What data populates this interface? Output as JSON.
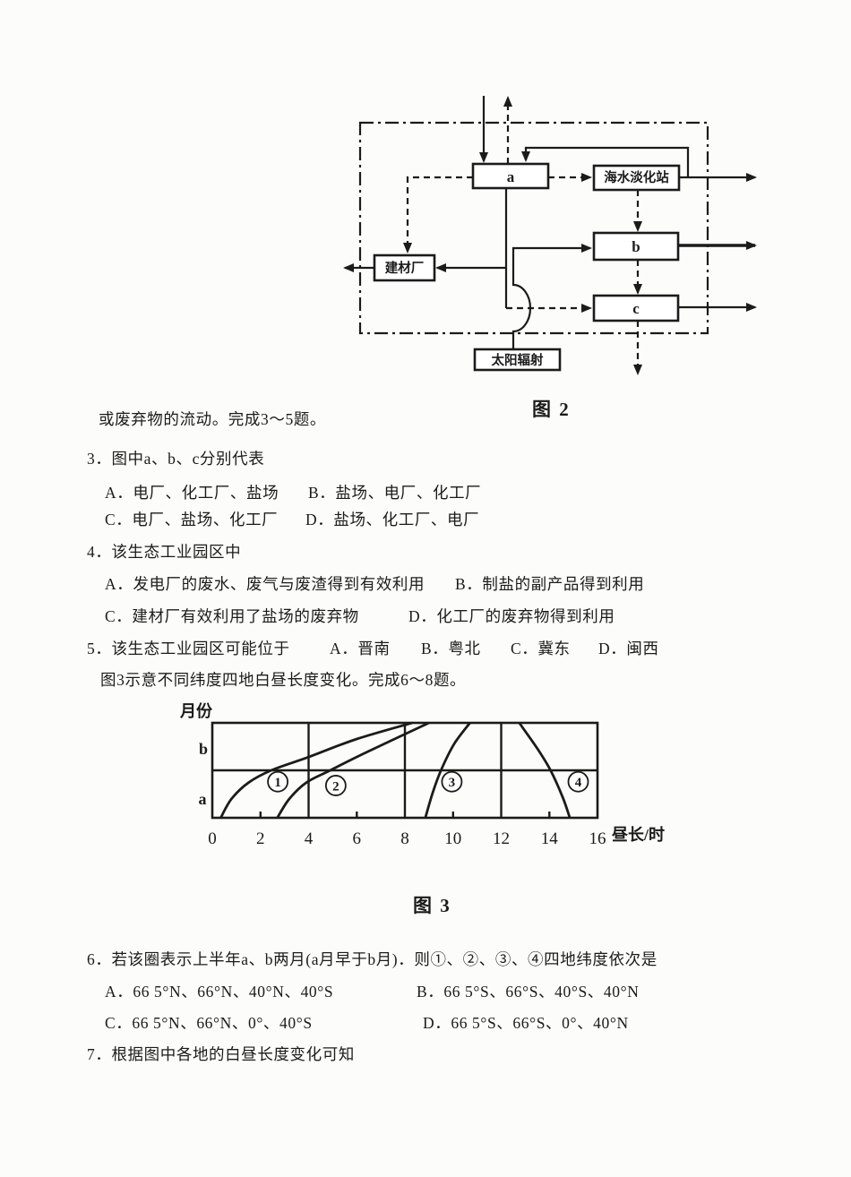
{
  "page": {
    "background": "#fcfcfa",
    "ink": "#1b1b1b"
  },
  "figure2": {
    "caption": "图 2",
    "boxes": {
      "a": "a",
      "desalination": "海水淡化站",
      "b": "b",
      "c": "c",
      "building_materials": "建材厂",
      "solar_radiation": "太阳辐射"
    }
  },
  "text": {
    "intro_q3_5": "或废弃物的流动。完成3～5题。",
    "q3": {
      "stem": "3．图中a、b、c分别代表",
      "optA": "A．电厂、化工厂、盐场",
      "optB": "B．盐场、电厂、化工厂",
      "optC": "C．电厂、盐场、化工厂",
      "optD": "D．盐场、化工厂、电厂"
    },
    "q4": {
      "stem": "4．该生态工业园区中",
      "optA": "A．发电厂的废水、废气与废渣得到有效利用",
      "optB": "B．制盐的副产品得到利用",
      "optC": "C．建材厂有效利用了盐场的废弃物",
      "optD": "D．化工厂的废弃物得到利用"
    },
    "q5": {
      "stem": "5．该生态工业园区可能位于",
      "optA": "A．晋南",
      "optB": "B．粤北",
      "optC": "C．冀东",
      "optD": "D．闽西"
    },
    "intro_q6_8": "图3示意不同纬度四地白昼长度变化。完成6～8题。",
    "q6": {
      "stem": "6．若该圈表示上半年a、b两月(a月早于b月)．则①、②、③、④四地纬度依次是",
      "optA": "A．66 5°N、66°N、40°N、40°S",
      "optB": "B．66 5°S、66°S、40°S、40°N",
      "optC": "C．66 5°N、66°N、0°、40°S",
      "optD": "D．66 5°S、66°S、0°、40°N"
    },
    "q7": {
      "stem": "7．根据图中各地的白昼长度变化可知"
    }
  },
  "chart_data": {
    "type": "line",
    "title": "图 3",
    "xlabel": "昼长/时",
    "ylabel": "月份",
    "xlim": [
      0,
      16
    ],
    "x_ticks": [
      0,
      2,
      4,
      6,
      8,
      10,
      12,
      14,
      16
    ],
    "y_row_labels": {
      "upper": "b",
      "lower": "a"
    },
    "gridlines_x": [
      4,
      8,
      12
    ],
    "grid": true,
    "legend": "none",
    "series": [
      {
        "num": "1",
        "name": "①",
        "label_pos": [
          2.72,
          0.38
        ],
        "points": [
          [
            0.35,
            0
          ],
          [
            0.8,
            0.2
          ],
          [
            1.5,
            0.37
          ],
          [
            2.45,
            0.5
          ],
          [
            4,
            0.64
          ],
          [
            6,
            0.83
          ],
          [
            8.3,
            1
          ]
        ]
      },
      {
        "num": "2",
        "name": "②",
        "label_pos": [
          5.13,
          0.34
        ],
        "points": [
          [
            2.7,
            0
          ],
          [
            3.2,
            0.2
          ],
          [
            3.9,
            0.37
          ],
          [
            4.9,
            0.5
          ],
          [
            6.4,
            0.69
          ],
          [
            9,
            1
          ]
        ]
      },
      {
        "num": "3",
        "name": "③",
        "label_pos": [
          9.95,
          0.38
        ],
        "points": [
          [
            8.85,
            0
          ],
          [
            9.15,
            0.26
          ],
          [
            9.5,
            0.5
          ],
          [
            10.05,
            0.78
          ],
          [
            10.7,
            1
          ]
        ]
      },
      {
        "num": "4",
        "name": "④",
        "label_pos": [
          15.2,
          0.38
        ],
        "points": [
          [
            12.75,
            1
          ],
          [
            13.5,
            0.73
          ],
          [
            14.05,
            0.5
          ],
          [
            14.55,
            0.22
          ],
          [
            14.85,
            0
          ]
        ]
      }
    ]
  }
}
